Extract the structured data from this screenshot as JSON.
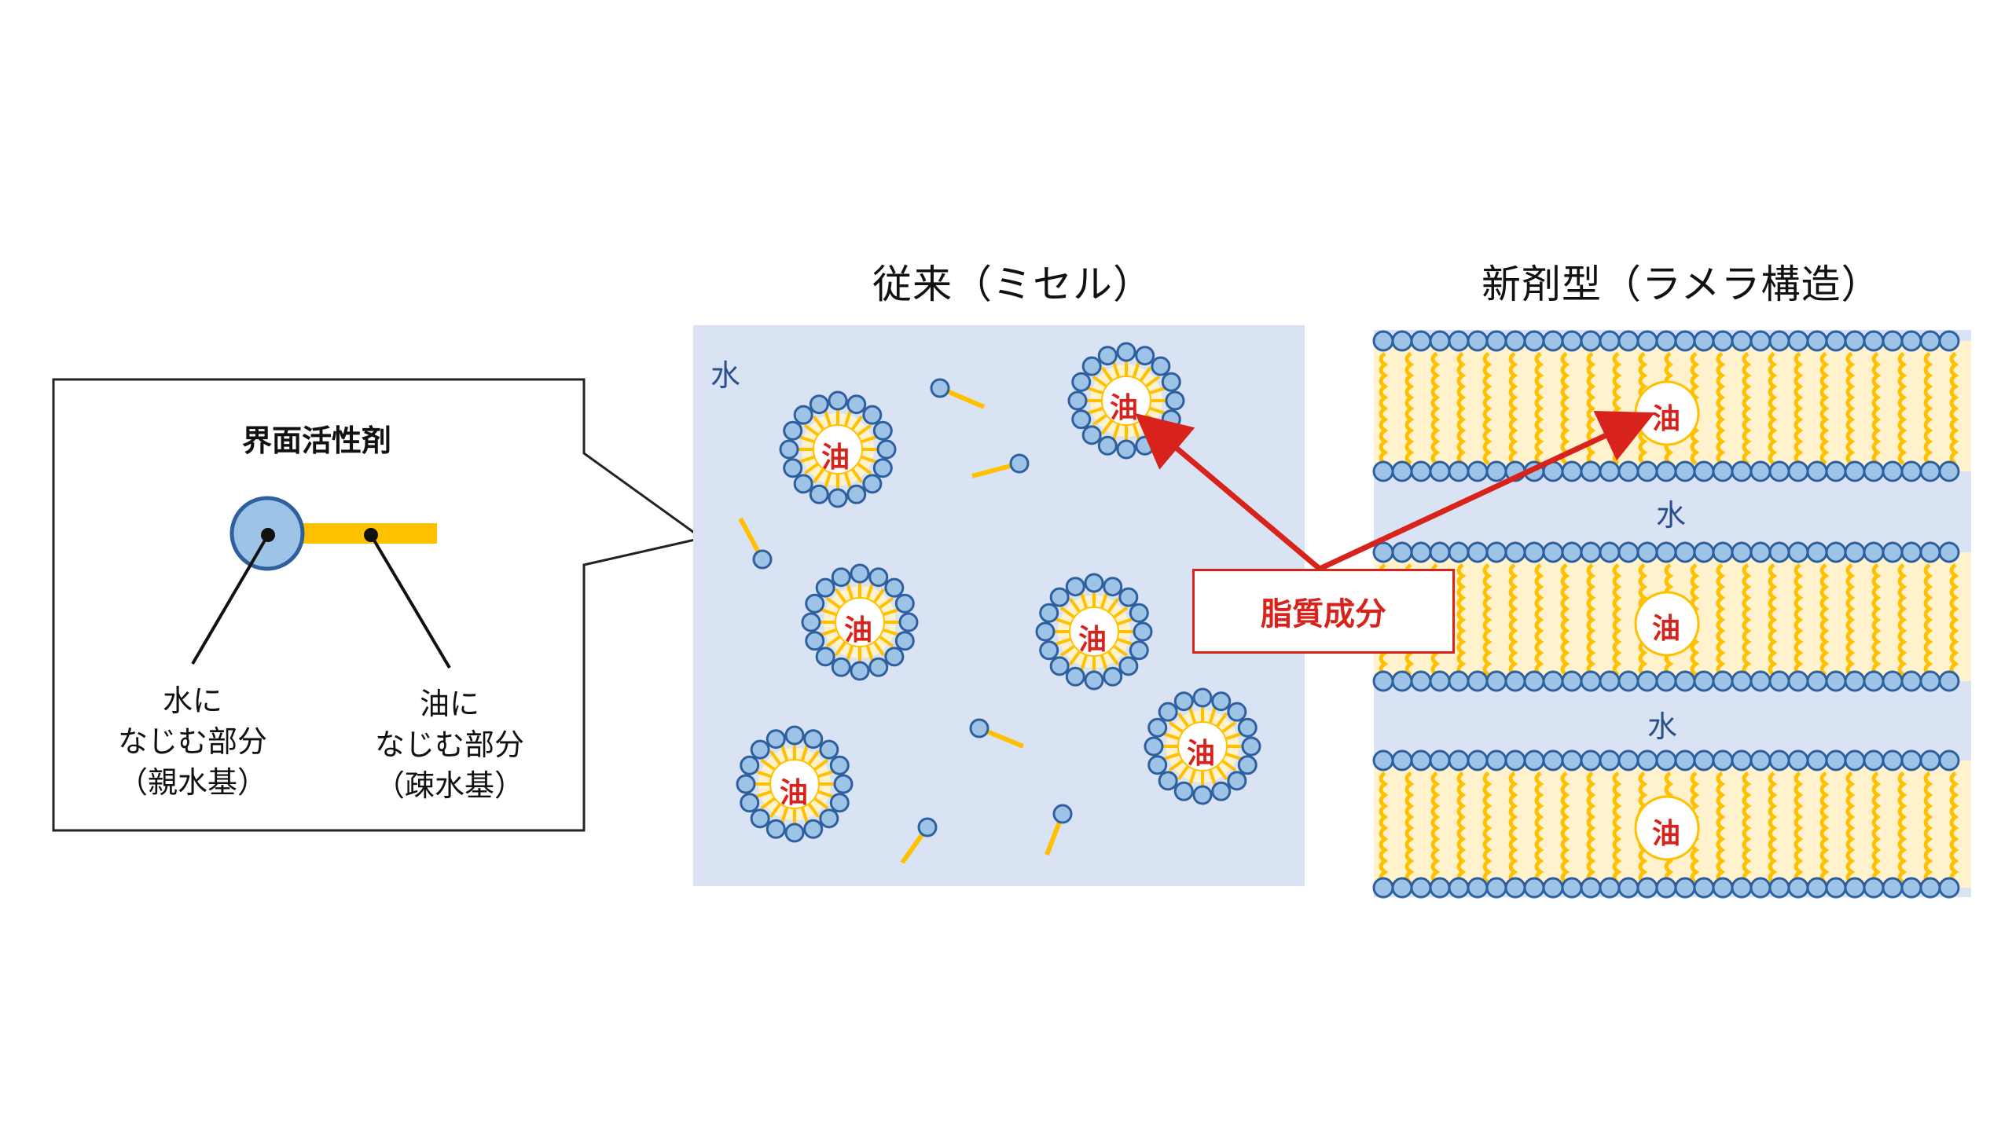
{
  "titles": {
    "conventional": "従来（ミセル）",
    "new_type": "新剤型（ラメラ構造）"
  },
  "callout": {
    "title": "界面活性剤",
    "hydrophilic": [
      "水に",
      "なじむ部分",
      "（親水基）"
    ],
    "hydrophobic": [
      "油に",
      "なじむ部分",
      "（疎水基）"
    ]
  },
  "labels": {
    "water": "水",
    "oil": "油",
    "lipid": "脂質成分"
  },
  "colors": {
    "water_bg": "#dae3f3",
    "head_fill": "#9dc3e6",
    "head_stroke": "#2e5f9e",
    "tail": "#ffc000",
    "lamella_bg": "#fff2cc",
    "accent_red": "#d8231d"
  }
}
